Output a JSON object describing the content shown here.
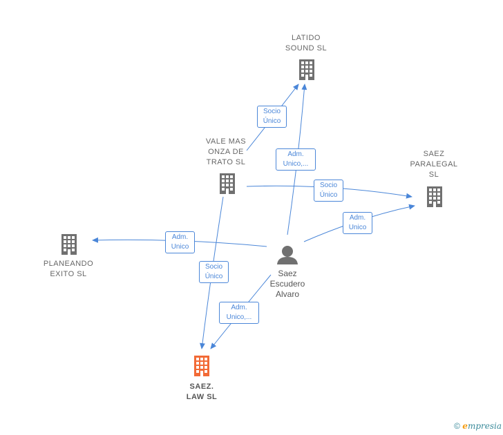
{
  "nodes": {
    "latido": {
      "label": "LATIDO\nSOUND  SL",
      "type": "company"
    },
    "vale": {
      "label": "VALE MAS\nONZA DE\nTRATO  SL",
      "type": "company"
    },
    "paralegal": {
      "label": "SAEZ\nPARALEGAL\nSL",
      "type": "company"
    },
    "planeando": {
      "label": "PLANEANDO\nEXITO  SL",
      "type": "company"
    },
    "saezlaw": {
      "label": "SAEZ.\nLAW  SL",
      "type": "company-focus"
    },
    "person": {
      "label": "Saez\nEscudero\nAlvaro",
      "type": "person"
    }
  },
  "edges": {
    "vale_latido": "Socio\nÚnico",
    "person_latido": "Adm.\nUnico,...",
    "vale_paralegal": "Socio\nÚnico",
    "person_paralegal": "Adm.\nUnico",
    "person_planeando": "Adm.\nUnico",
    "vale_saezlaw": "Socio\nÚnico",
    "person_saezlaw": "Adm.\nUnico,..."
  },
  "colors": {
    "edge": "#4a86d8",
    "company": "#707070",
    "focus": "#f26a36",
    "person": "#707070"
  },
  "footer": {
    "copyright": "©",
    "brand_e": "e",
    "brand_rest": "mpresia"
  }
}
